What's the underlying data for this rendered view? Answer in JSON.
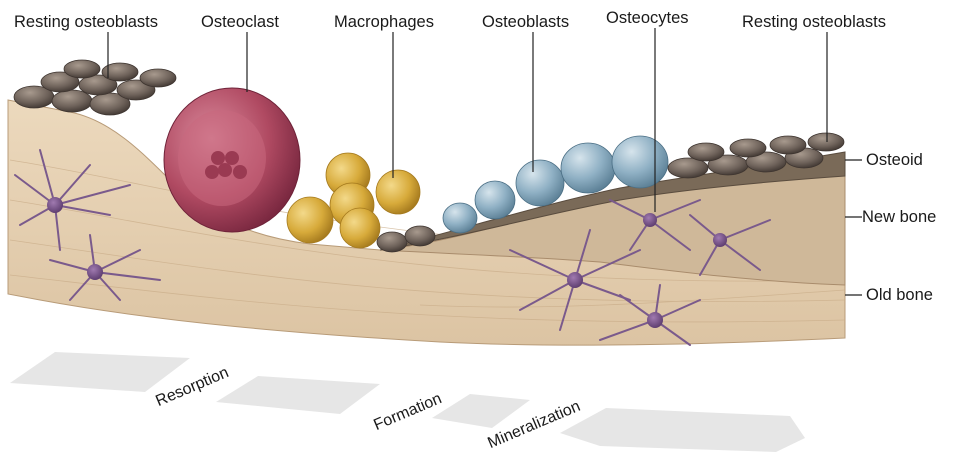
{
  "labels": {
    "resting_left": "Resting osteoblasts",
    "osteoclast": "Osteoclast",
    "macrophages": "Macrophages",
    "osteoblasts": "Osteoblasts",
    "osteocytes": "Osteocytes",
    "resting_right": "Resting osteoblasts",
    "osteoid": "Osteoid",
    "new_bone": "New bone",
    "old_bone": "Old bone"
  },
  "stages": {
    "resorption": "Resorption",
    "formation": "Formation",
    "mineralization": "Mineralization"
  },
  "colors": {
    "old_bone": "#e8d3b6",
    "new_bone": "#cdb89b",
    "osteoid": "#7a6a58",
    "resting_osteoblast": "#6e625a",
    "osteoclast": "#b14a62",
    "macrophage": "#d8ac3a",
    "osteoblast": "#8fb0c4",
    "osteocyte": "#7a5a8c",
    "arrow": "#e6e6e6"
  }
}
